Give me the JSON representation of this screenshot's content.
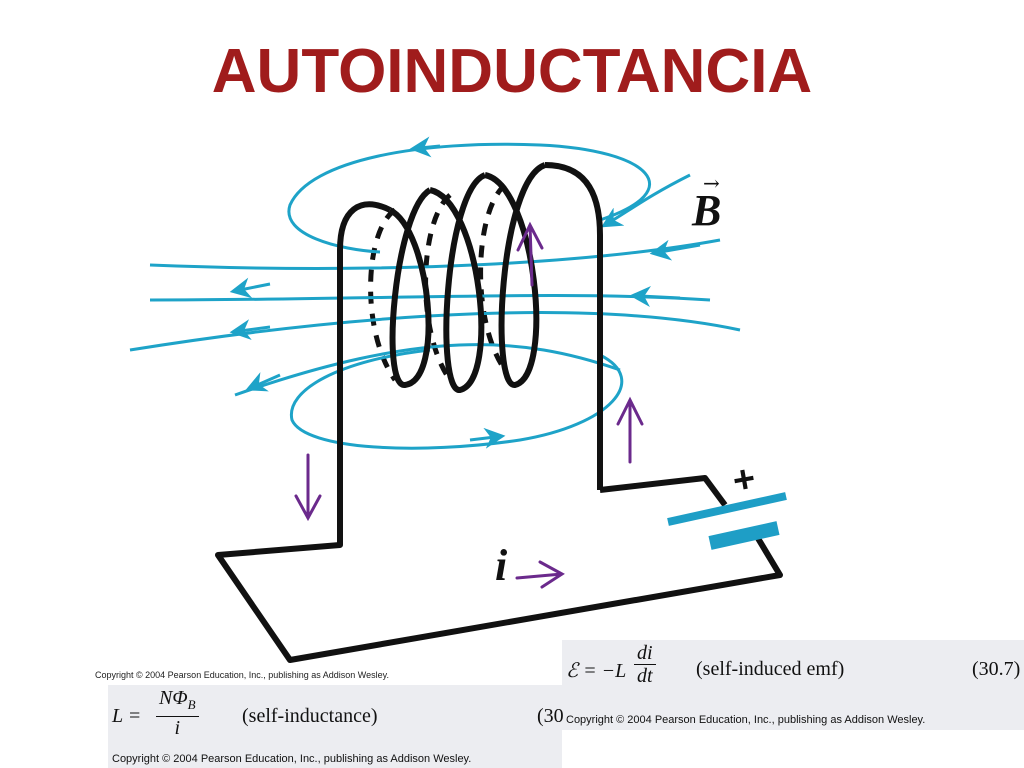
{
  "title": "AUTOINDUCTANCIA",
  "colors": {
    "title": "#a01c1c",
    "field_lines": "#1ea3c8",
    "current_arrows": "#6b2a8c",
    "wire": "#111111",
    "battery": "#1e9ec6"
  },
  "diagram": {
    "field_label": "B",
    "current_label": "i",
    "battery_plus": "+"
  },
  "copyright_small": "Copyright © 2004 Pearson Education, Inc., publishing as Addison Wesley.",
  "eq_emf": {
    "lhs": "ℰ = −L",
    "frac_num": "di",
    "frac_den": "dt",
    "desc": "(self-induced emf)",
    "number": "(30.7)",
    "copyright": "Copyright © 2004 Pearson Education, Inc., publishing as Addison Wesley."
  },
  "eq_inductance": {
    "lhs": "L =",
    "frac_num": "NΦ",
    "frac_num_sub": "B",
    "frac_den": "i",
    "desc": "(self-inductance)",
    "number": "(30",
    "copyright": "Copyright © 2004 Pearson Education, Inc., publishing as Addison Wesley."
  }
}
